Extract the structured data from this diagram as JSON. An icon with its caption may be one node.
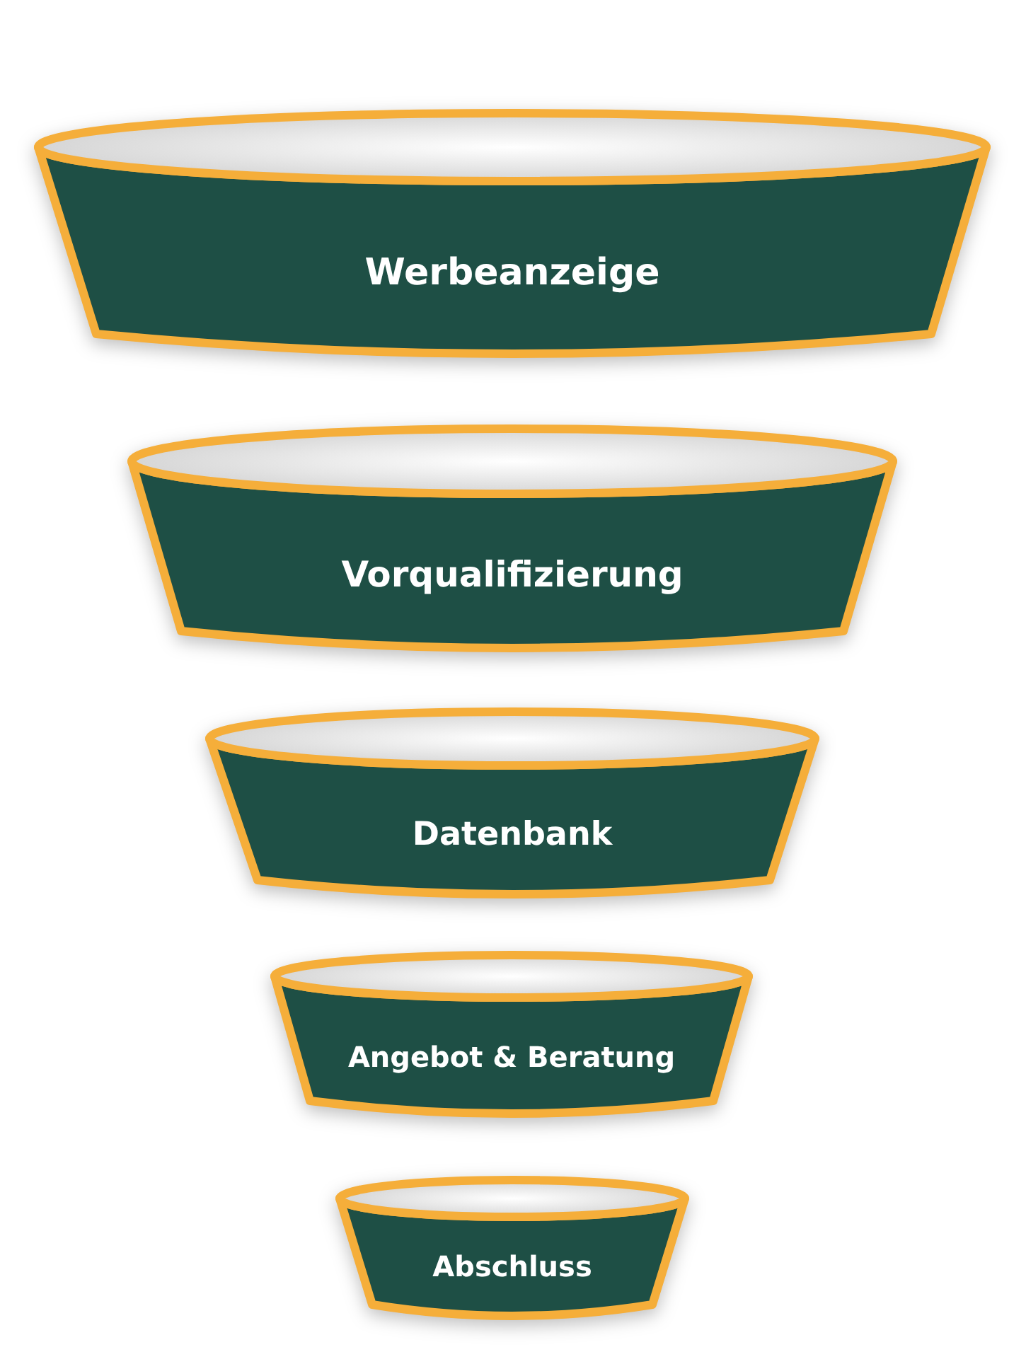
{
  "diagram": {
    "nodes": [
      {
        "text": [
          "Werbeanzeige"
        ]
      },
      {
        "text": [
          "Vorqualifizierung"
        ]
      },
      {
        "text": [
          "Datenbank"
        ]
      },
      {
        "text": [
          "Angebot & Beratung"
        ]
      },
      {
        "text": [
          "Abschluss"
        ]
      }
    ]
  }
}
